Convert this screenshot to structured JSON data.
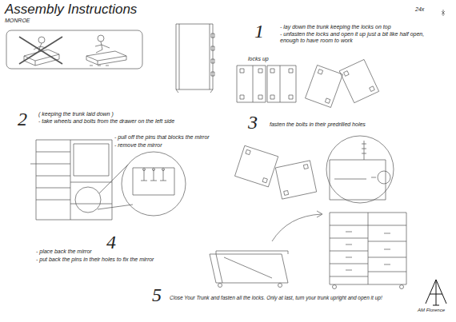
{
  "diagram": {
    "title": "Assembly Instructions",
    "labels": [
      "MONROE",
      "24x",
      "1",
      "- lay down the trunk keeping the locks on top",
      "- unfasten the locks and open it up just a bit like half open, enough to have room to work",
      "locks up",
      "2",
      "( keeping the trunk laid down )",
      "- take wheels and bolts from the drawer on the left side",
      "- pull off the pins that blocks the mirror",
      "- remove the mirror",
      "3",
      "fasten the bolts in their predrilled holes",
      "4",
      "- place back the mirror",
      "- put back the pins in their holes to fix the mirror",
      "5",
      "Close Your Trunk and fasten all the locks. Only at last, turn your trunk upright and open it up!",
      "AM Florence"
    ]
  }
}
